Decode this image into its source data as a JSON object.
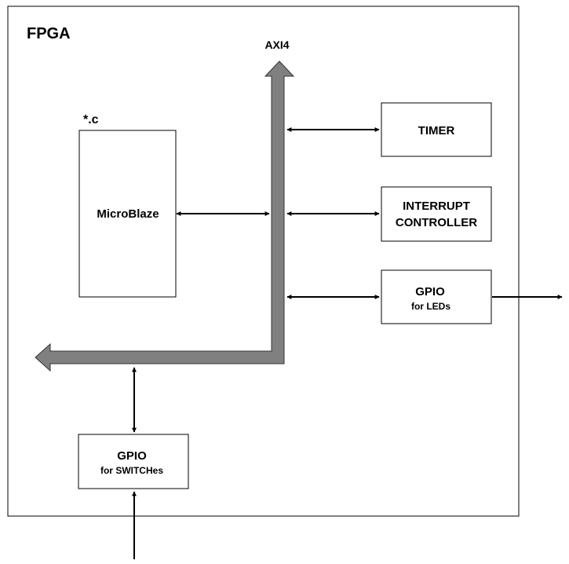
{
  "fpga": {
    "title": "FPGA"
  },
  "bus": {
    "label": "AXI4"
  },
  "source_file": {
    "label": "*.c"
  },
  "blocks": {
    "microblaze": {
      "label": "MicroBlaze"
    },
    "timer": {
      "label": "TIMER"
    },
    "interrupt_controller": {
      "line1": "INTERRUPT",
      "line2": "CONTROLLER"
    },
    "gpio_leds": {
      "title": "GPIO",
      "subtitle": "for LEDs"
    },
    "gpio_switches": {
      "title": "GPIO",
      "subtitle": "for SWITCHes"
    }
  },
  "colors": {
    "bus_fill": "#808080",
    "bus_stroke": "#333333",
    "line": "#000000",
    "background": "#ffffff"
  }
}
